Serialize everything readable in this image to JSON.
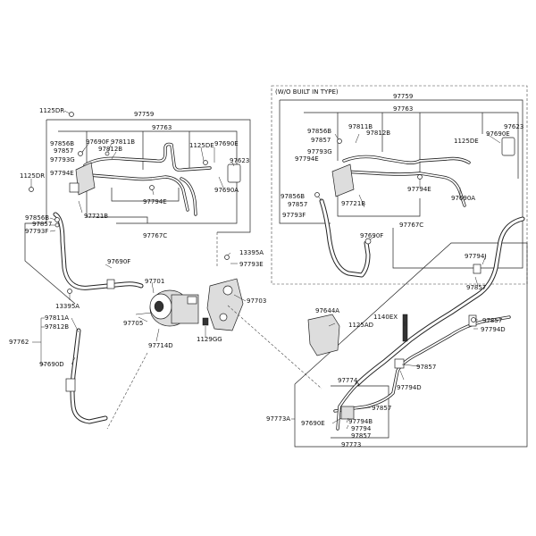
{
  "section_titles": {
    "wo_built_in_type": "(W/O BUILT IN TYPE)"
  },
  "labels": {
    "l1125dr_top": "1125DR",
    "l97759_left": "97759",
    "l97763_left": "97763",
    "l97856b_left": "97856B",
    "l97857_left1": "97857",
    "l97793g_left": "97793G",
    "l97794e_left1": "97794E",
    "l97690f_left1": "97690F",
    "l97811b_left": "97811B",
    "l97812b_left": "97812B",
    "l1125de_left": "1125DE",
    "l97690e_left": "97690E",
    "l97623_left": "97623",
    "l97690a_left": "97690A",
    "l1125dr_mid": "1125DR",
    "l97856b_left2": "97856B",
    "l97857_left2": "97857",
    "l97793f_left": "97793F",
    "l97721b_left": "97721B",
    "l97794e_left2": "97794E",
    "l97767c_left": "97767C",
    "l13395a_right": "13395A",
    "l97793e_left": "97793E",
    "l97690f_left2": "97690F",
    "l13395a_left": "13395A",
    "l97701": "97701",
    "l97703": "97703",
    "l97705": "97705",
    "l97714d": "97714D",
    "l1129gg": "1129GG",
    "l97811a": "97811A",
    "l97812b_low": "97812B",
    "l97762": "97762",
    "l97690d": "97690D",
    "l97759_right": "97759",
    "l97763_right": "97763",
    "l97856b_r": "97856B",
    "l97857_r1": "97857",
    "l97793g_r": "97793G",
    "l97794e_r1": "97794E",
    "l97811b_r": "97811B",
    "l97812b_r": "97812B",
    "l97623_r": "97623",
    "l97690e_r": "97690E",
    "l1125de_r": "1125DE",
    "l97856b_r2": "97856B",
    "l97857_r2": "97857",
    "l97793f_r": "97793F",
    "l97721b_r": "97721B",
    "l97794e_r2": "97794E",
    "l97690a_r": "97690A",
    "l97767c_r": "97767C",
    "l97690f_r": "97690F",
    "l97794j": "97794J",
    "l97857_rr1": "97857",
    "l97644a": "97644A",
    "l1125ad": "1125AD",
    "l1140ex": "1140EX",
    "l97857_rr2": "97857",
    "l97794d_rr1": "97794D",
    "l97857_rr3": "97857",
    "l97774": "97774",
    "l97794d_rr2": "97794D",
    "l97857_b1": "97857",
    "l97773a": "97773A",
    "l97690e_b": "97690E",
    "l97794b": "97794B",
    "l97794_b": "97794",
    "l97857_b2": "97857",
    "l97773": "97773"
  }
}
